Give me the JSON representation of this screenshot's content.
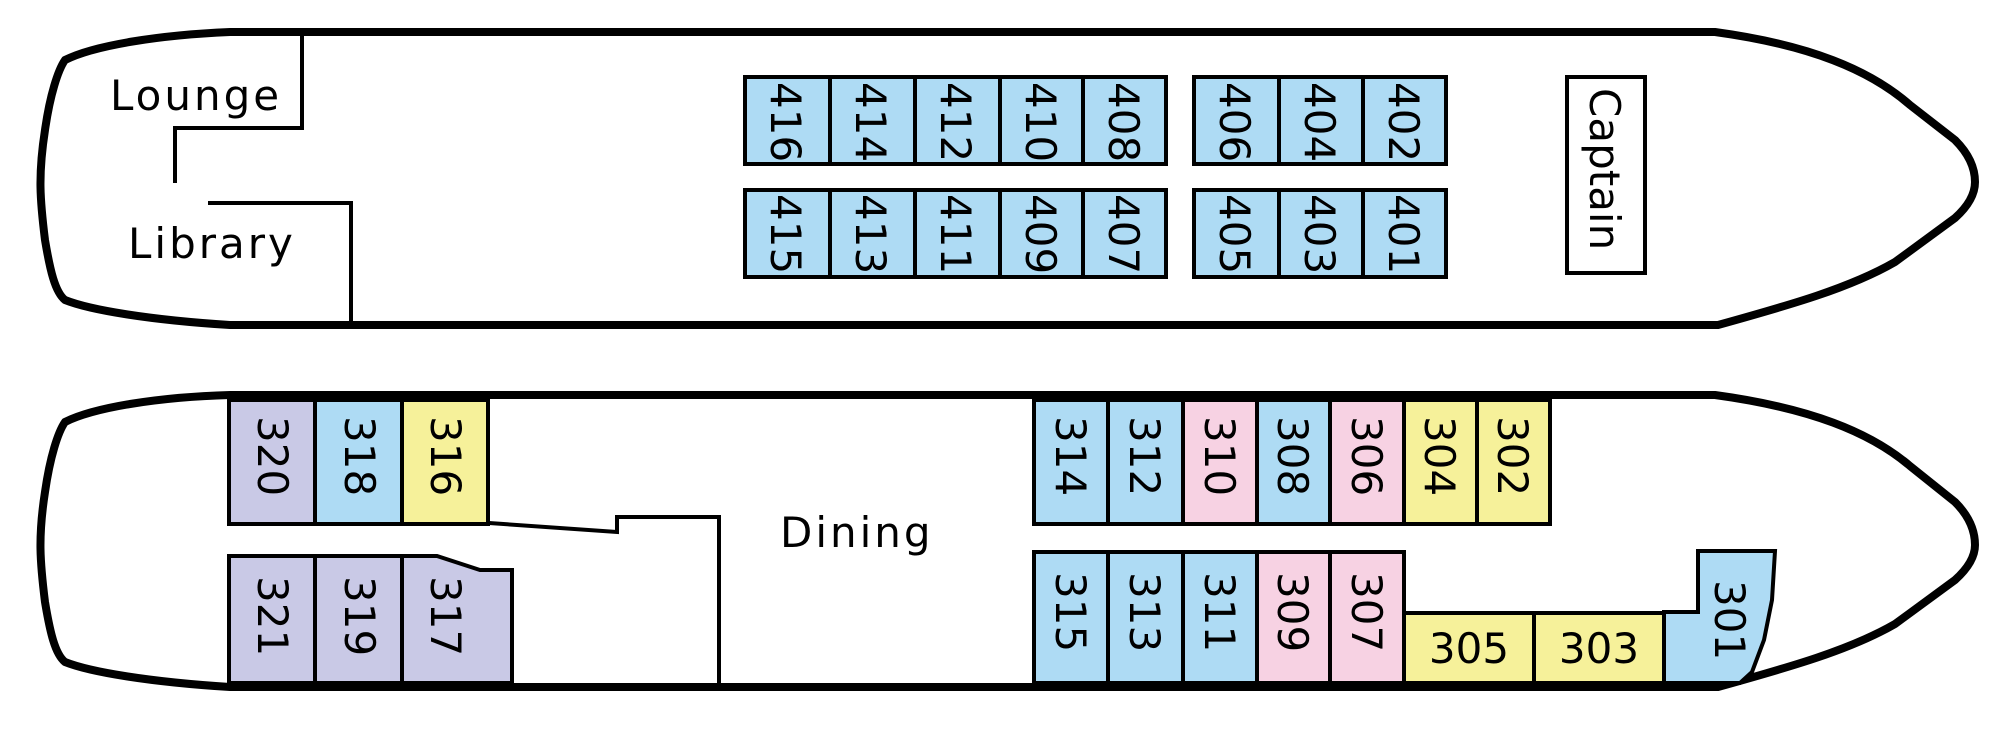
{
  "colors": {
    "blue": "#aedbf4",
    "yellow": "#f6f19a",
    "pink": "#f7d2e3",
    "lavender": "#c9c9e6",
    "white": "#ffffff"
  },
  "deck4": {
    "rooms": {
      "lounge": "Lounge",
      "library": "Library",
      "captain": "Captain"
    },
    "cabins_top": [
      "416",
      "414",
      "412",
      "410",
      "408",
      "406",
      "404",
      "402"
    ],
    "cabins_bottom": [
      "415",
      "413",
      "411",
      "409",
      "407",
      "405",
      "403",
      "401"
    ]
  },
  "deck3": {
    "rooms": {
      "dining": "Dining"
    },
    "cabins": [
      {
        "num": "320",
        "color": "lavender"
      },
      {
        "num": "318",
        "color": "blue"
      },
      {
        "num": "316",
        "color": "yellow"
      },
      {
        "num": "321",
        "color": "lavender"
      },
      {
        "num": "319",
        "color": "lavender"
      },
      {
        "num": "317",
        "color": "lavender"
      },
      {
        "num": "314",
        "color": "blue"
      },
      {
        "num": "312",
        "color": "blue"
      },
      {
        "num": "310",
        "color": "pink"
      },
      {
        "num": "308",
        "color": "blue"
      },
      {
        "num": "306",
        "color": "pink"
      },
      {
        "num": "304",
        "color": "yellow"
      },
      {
        "num": "302",
        "color": "yellow"
      },
      {
        "num": "315",
        "color": "blue"
      },
      {
        "num": "313",
        "color": "blue"
      },
      {
        "num": "311",
        "color": "blue"
      },
      {
        "num": "309",
        "color": "pink"
      },
      {
        "num": "307",
        "color": "pink"
      },
      {
        "num": "305",
        "color": "yellow"
      },
      {
        "num": "303",
        "color": "yellow"
      },
      {
        "num": "301",
        "color": "blue"
      }
    ]
  }
}
